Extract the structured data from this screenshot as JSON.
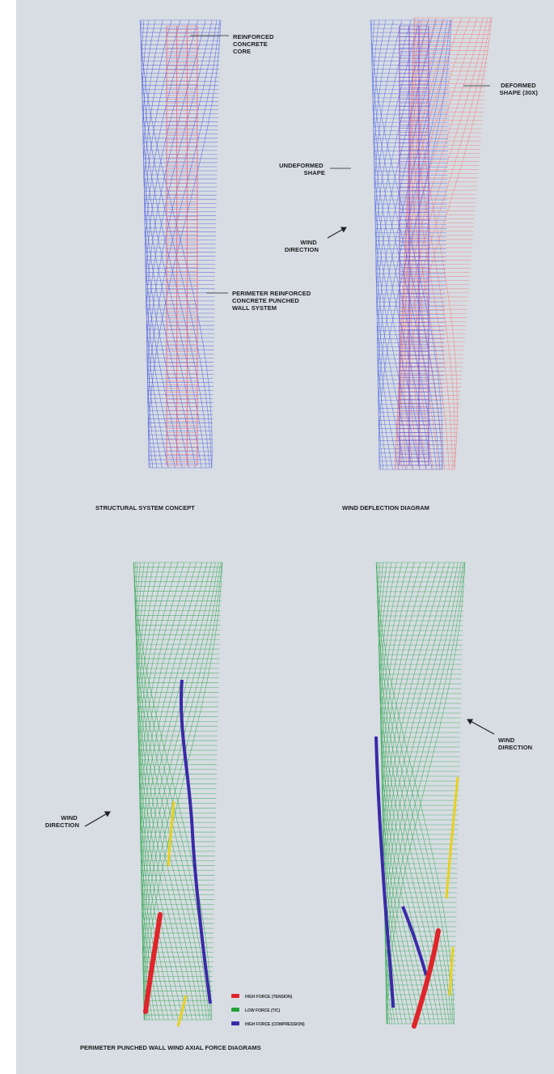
{
  "colors": {
    "background": "#d7dde2",
    "perimeter_wall": "#4a5ae0",
    "core": "#e8607a",
    "undeformed": "#5468e6",
    "deformed": "#f07a7a",
    "high_force_tension": "#e0242a",
    "low_force": "#22a23a",
    "high_force_compression": "#3a2aa8",
    "axial_mesh": "#2ea44e"
  },
  "top_left": {
    "caption": "STRUCTURAL SYSTEM CONCEPT",
    "label_core": [
      "REINFORCED",
      "CONCRETE",
      "CORE"
    ],
    "label_perimeter": [
      "PERIMETER REINFORCED",
      "CONCRETE PUNCHED",
      "WALL SYSTEM"
    ]
  },
  "top_right": {
    "caption": "WIND DEFLECTION DIAGRAM",
    "label_deformed": [
      "DEFORMED",
      "SHAPE (30X)"
    ],
    "label_undeformed": [
      "UNDEFORMED",
      "SHAPE"
    ],
    "label_wind": [
      "WIND",
      "DIRECTION"
    ]
  },
  "bottom": {
    "caption": "PERIMETER PUNCHED WALL WIND AXIAL FORCE DIAGRAMS",
    "label_wind_left": [
      "WIND",
      "DIRECTION"
    ],
    "label_wind_right": [
      "WIND",
      "DIRECTION"
    ],
    "legend": [
      {
        "label": "HIGH FORCE (TENSION)",
        "color": "#e0242a"
      },
      {
        "label": "LOW FORCE (T/C)",
        "color": "#22a23a"
      },
      {
        "label": "HIGH FORCE (COMPRESSION)",
        "color": "#3a2aa8"
      }
    ]
  }
}
